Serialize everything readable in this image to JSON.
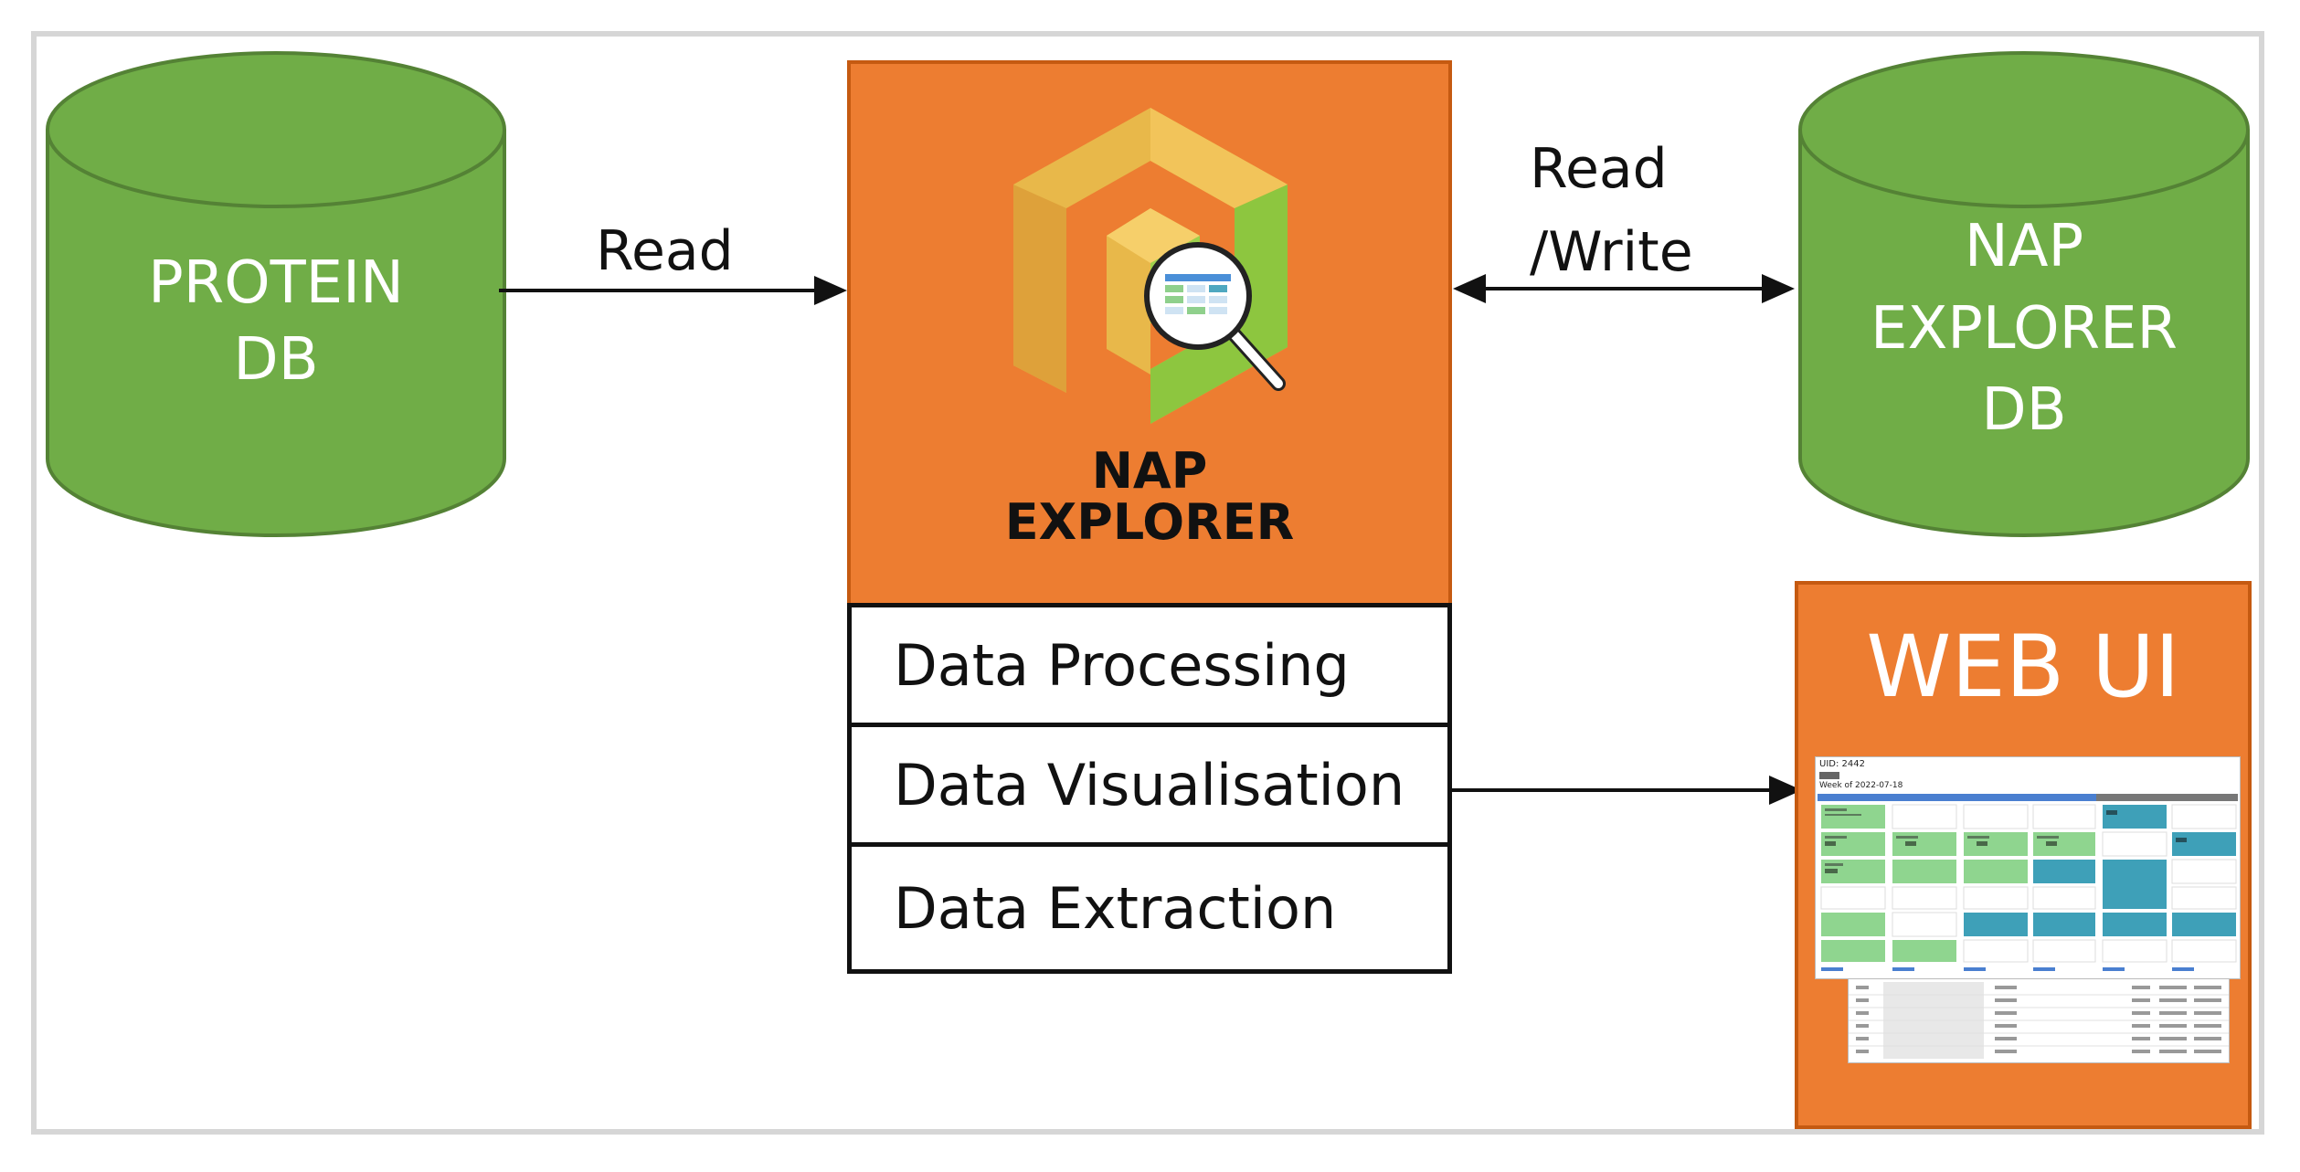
{
  "diagram": {
    "protein_db": {
      "line1": "PROTEIN",
      "line2": "DB"
    },
    "nap_explorer_db": {
      "line1": "NAP",
      "line2": "EXPLORER",
      "line3": "DB"
    },
    "read_label": "Read",
    "read_write_label": {
      "line1": "Read",
      "line2": "/Write"
    },
    "nap_explorer": {
      "logo_line1": "NAP",
      "logo_line2": "EXPLORER",
      "functions": [
        "Data Processing",
        "Data Visualisation",
        "Data Extraction"
      ]
    },
    "web_ui": {
      "title": "WEB UI",
      "screenshot": {
        "uid": "UID: 2442",
        "week": "Week of 2022-07-18"
      }
    },
    "colors": {
      "db_green": "#70ad47",
      "db_green_dark": "#548235",
      "orange": "#ed7d31",
      "orange_dark": "#c55a11",
      "logo_yellow": "#e8b84a",
      "logo_green": "#8dc63f"
    }
  }
}
